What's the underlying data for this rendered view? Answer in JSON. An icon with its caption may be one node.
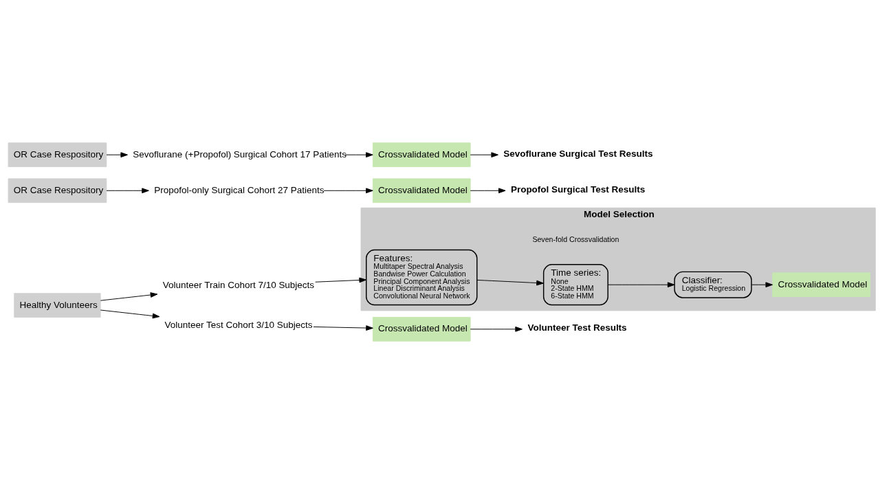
{
  "diagram": {
    "nodes": [
      {
        "text": [
          "Model Selection"
        ]
      },
      {
        "text": [
          "Healthy Volunteers"
        ]
      },
      {
        "text": [
          "Volunteer Train Cohort 7/10 Subjects"
        ]
      },
      {
        "text": [
          "Features:",
          "Multitaper Spectral Analysis",
          "Bandwise Power Calculation",
          "Principal Component Analysis",
          "Linear Discriminant Analysis",
          "Convolutional Neural Network"
        ],
        "in": 0
      },
      {
        "text": [
          "Time series:",
          "None",
          "2-State HMM",
          "6-State HMM"
        ],
        "in": 0
      },
      {
        "text": [
          "Classifier:",
          "Logistic Regression"
        ],
        "in": 0
      },
      {
        "text": [
          "Crossvalidated Model"
        ],
        "in": 0
      },
      {
        "text": [
          "Volunteer Test Cohort 3/10 Subjects"
        ]
      },
      {
        "text": [
          "Crossvalidated Model"
        ]
      },
      {
        "text": [
          "Volunteer Test Results"
        ]
      },
      {
        "text": [
          "OR Case Respository"
        ]
      },
      {
        "text": [
          "Propofol-only Surgical Cohort 27 Patients"
        ]
      },
      {
        "text": [
          "Crossvalidated Model"
        ]
      },
      {
        "text": [
          "Propofol Surgical Test Results"
        ]
      },
      {
        "text": [
          "OR Case Respository"
        ]
      },
      {
        "text": [
          "Sevoflurane (+Propofol) Surgical Cohort 17 Patients"
        ]
      },
      {
        "text": [
          "Crossvalidated Model"
        ]
      },
      {
        "text": [
          "Sevoflurane Surgical Test Results"
        ]
      }
    ],
    "edges": [
      {
        "from": 1,
        "to": 2,
        "arrow": "to"
      },
      {
        "from": 1,
        "to": 7,
        "arrow": "to"
      },
      {
        "from": 2,
        "to": 3,
        "arrow": "to"
      },
      {
        "from": 3,
        "to": 4,
        "arrow": "to"
      },
      {
        "from": 4,
        "to": 5,
        "arrow": "to"
      },
      {
        "from": 5,
        "to": 6,
        "arrow": "to"
      },
      {
        "from": 7,
        "to": 8,
        "arrow": "to"
      },
      {
        "from": 8,
        "to": 9,
        "arrow": "to"
      },
      {
        "from": 10,
        "to": 11,
        "arrow": "to"
      },
      {
        "from": 11,
        "to": 12,
        "arrow": "to"
      },
      {
        "from": 12,
        "to": 13,
        "arrow": "to"
      },
      {
        "from": 14,
        "to": 15,
        "arrow": "to"
      },
      {
        "from": 15,
        "to": 16,
        "arrow": "to"
      },
      {
        "from": 16,
        "to": 17,
        "arrow": "to"
      }
    ],
    "labels": [
      "Seven-fold Crossvalidation"
    ]
  }
}
